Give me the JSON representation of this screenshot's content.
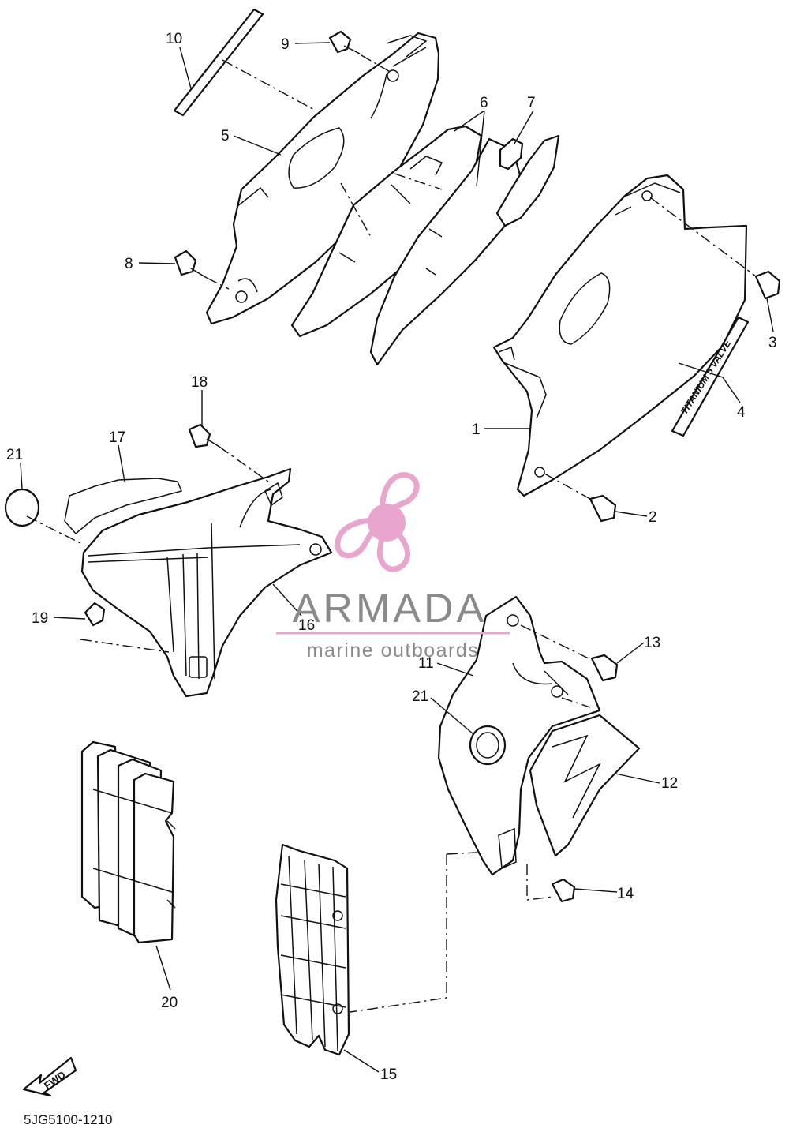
{
  "diagram": {
    "callouts": [
      "1",
      "2",
      "3",
      "4",
      "5",
      "6",
      "7",
      "8",
      "9",
      "10",
      "11",
      "12",
      "13",
      "14",
      "15",
      "16",
      "17",
      "18",
      "19",
      "20",
      "21",
      "21"
    ],
    "decal_text": "TITANIUM 5 VALVE",
    "direction_label": "FWD",
    "diagram_code": "5JG5100-1210"
  },
  "watermark": {
    "brand": "ARMADA",
    "tagline": "marine outboards",
    "accent_color": "#e8a6cf"
  }
}
